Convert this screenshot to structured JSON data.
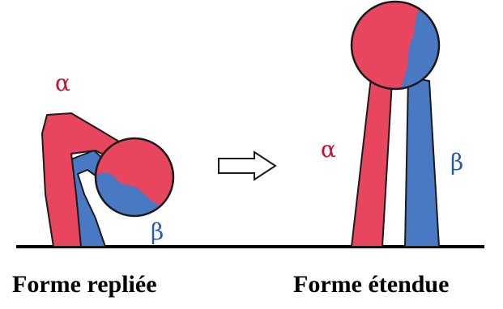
{
  "labels": {
    "folded_caption": "Forme repliée",
    "extended_caption": "Forme étendue",
    "alpha": "α",
    "beta": "β"
  },
  "colors": {
    "alpha_subunit": "#e8455f",
    "beta_subunit": "#4a79c4",
    "outline": "#1a1a1a",
    "membrane": "#000000",
    "label_alpha": "#c8102e",
    "label_beta": "#2b58a8"
  },
  "arrow": {
    "direction": "right",
    "style": "outline"
  }
}
